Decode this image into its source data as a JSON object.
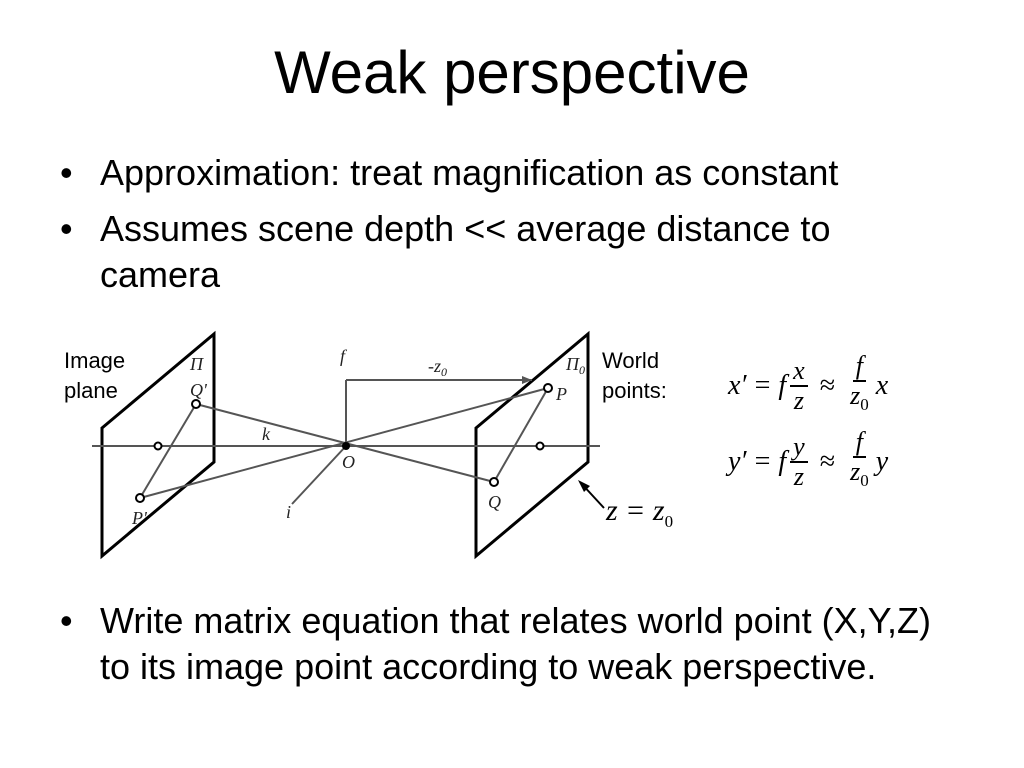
{
  "slide": {
    "title": "Weak perspective",
    "bullets_top": [
      "Approximation: treat magnification as constant",
      "Assumes scene depth << average distance to camera"
    ],
    "bullets_bottom": [
      "Write matrix equation that relates world point (X,Y,Z) to its image point according to weak perspective."
    ]
  },
  "diagram": {
    "image_plane_label": "Image plane",
    "world_points_label": "World points:",
    "plane_label_left": "Π",
    "plane_label_right": "Π",
    "plane_label_right_sub": "0",
    "axis_f": "f",
    "axis_z0": "-z",
    "axis_z0_sub": "0",
    "axis_k": "k",
    "axis_i": "i",
    "origin": "O",
    "point_p": "P",
    "point_q": "Q",
    "point_p_img": "P'",
    "point_q_img": "Q'",
    "z_equation": "z = z",
    "z_equation_sub": "0"
  },
  "equations": {
    "x_lhs": "x′",
    "x_f": "f",
    "x_num": "x",
    "x_den": "z",
    "x_approx": "≈",
    "x_frac2_num": "f",
    "x_frac2_den": "z",
    "x_frac2_den_sub": "0",
    "x_tail": "x",
    "y_lhs": "y′",
    "y_f": "f",
    "y_num": "y",
    "y_den": "z",
    "y_approx": "≈",
    "y_frac2_num": "f",
    "y_frac2_den": "z",
    "y_frac2_den_sub": "0",
    "y_tail": "y",
    "equals": "="
  }
}
